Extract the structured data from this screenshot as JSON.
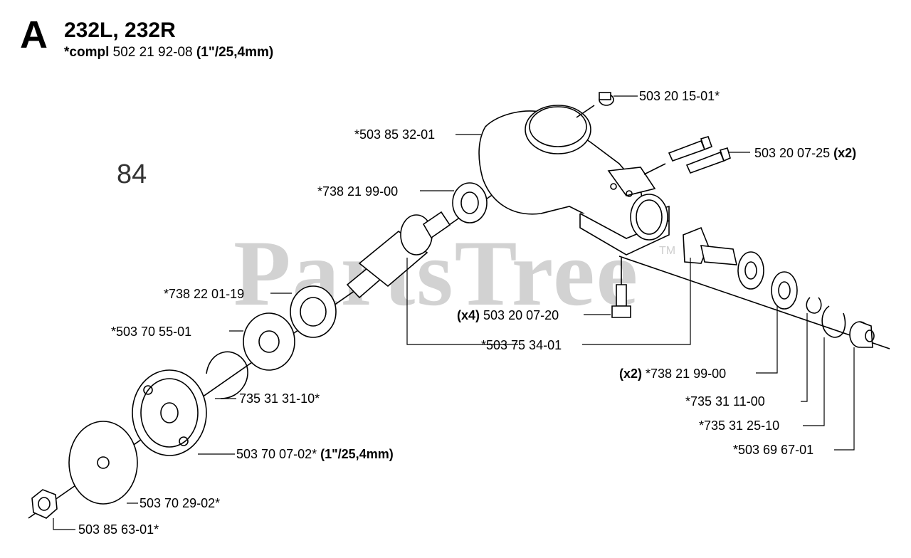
{
  "header": {
    "section_letter": "A",
    "models": "232L, 232R",
    "compl_label": "*compl",
    "compl_part": "502 21 92-08",
    "compl_size": "(1\"/25,4mm)"
  },
  "page_number": "84",
  "watermark": {
    "text": "PartsTree",
    "tm": "TM"
  },
  "parts": {
    "p1": {
      "number": "503 20 15-01*"
    },
    "p2": {
      "number": "*503 85 32-01"
    },
    "p3": {
      "number": "503 20 07-25",
      "qty": "(x2)"
    },
    "p4": {
      "number": "*738 21 99-00"
    },
    "p5": {
      "number": "*738 22 01-19"
    },
    "p6": {
      "number": "*503 70 55-01"
    },
    "p7": {
      "number": "503 20 07-20",
      "qty": "(x4)"
    },
    "p8": {
      "number": "*503 75 34-01"
    },
    "p9": {
      "number": "*738 21 99-00",
      "qty": "(x2)"
    },
    "p10": {
      "number": "735 31 31-10*"
    },
    "p11": {
      "number": "*735 31 11-00"
    },
    "p12": {
      "number": "*735 31 25-10"
    },
    "p13": {
      "number": "503 70 07-02*",
      "note": "(1\"/25,4mm)"
    },
    "p14": {
      "number": "*503 69 67-01"
    },
    "p15": {
      "number": "503 70 29-02*"
    },
    "p16": {
      "number": "503 85 63-01*"
    }
  }
}
